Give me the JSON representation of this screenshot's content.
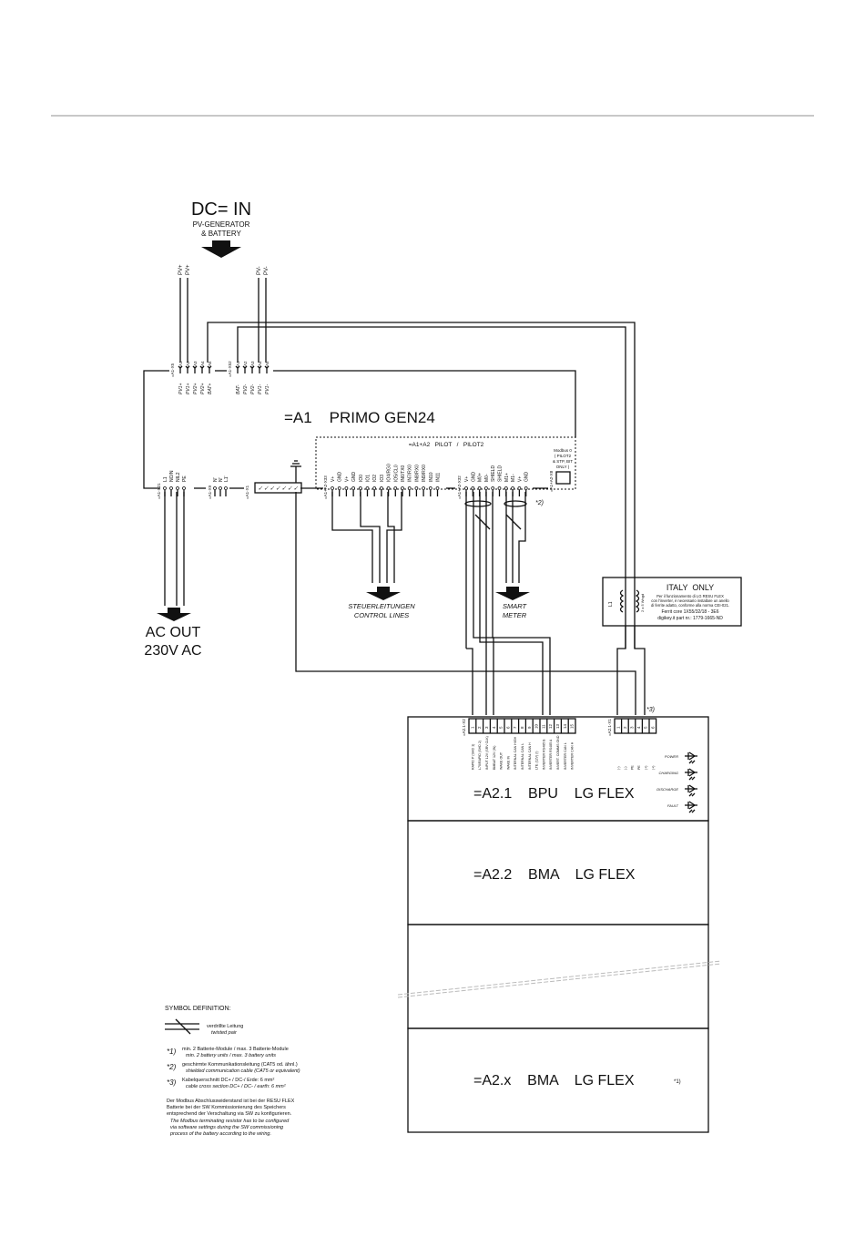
{
  "dc_in": {
    "title": "DC= IN",
    "sub1": "PV-GENERATOR",
    "sub2": "& BATTERY",
    "wires_plus": [
      "PV+",
      "PV+"
    ],
    "wires_minus": [
      "PV-",
      "PV-"
    ]
  },
  "inverter": {
    "label": "=A1    PRIMO GEN24",
    "x5": {
      "tag": "=A1-X5",
      "pins": [
        "A1",
        "A2",
        "A3",
        "A4",
        "A5"
      ],
      "names": [
        "PV1+",
        "PV1+",
        "PV2+",
        "PV2+",
        "BAT+"
      ]
    },
    "x52": {
      "tag": "=A1-X52",
      "pins": [
        "A1",
        "A2",
        "A3",
        "A4",
        "A5"
      ],
      "names": [
        "BAT-",
        "PV2-",
        "PV2-",
        "PV1-",
        "PV1-"
      ]
    },
    "x21": {
      "tag": "=A1-X21",
      "names": [
        "L1",
        "NO/N",
        "NIL2",
        "PE"
      ]
    },
    "x9": {
      "tag": "=A1-X9",
      "names": [
        "N'",
        "N'",
        "L1'"
      ]
    },
    "x1": {
      "tag": "=A1-X1"
    }
  },
  "pilot": {
    "label": "=A1+A2   PILOT   /   PILOT2",
    "x33": {
      "tag": "=A1+A2-X33",
      "names": [
        "V+",
        "GND",
        "V+",
        "GND",
        "IO0",
        "IO1",
        "IO2",
        "IO3",
        "IO4/RG0",
        "IO5/CL0",
        "IN6/TX0",
        "IN7/RX0",
        "IN8/RX0",
        "IN9/RX0",
        "IN10",
        "IN11"
      ]
    },
    "x32": {
      "tag": "=A1+A2-X32",
      "names": [
        "V+",
        "GND",
        "M0+",
        "M0-",
        "SHIELD",
        "SHIELD",
        "M1+",
        "M1-",
        "V+",
        "GND"
      ]
    },
    "x8": {
      "tag": "=A1+A2-X8",
      "note": [
        "Modbus 0",
        "( PILOT2",
        "& STP, BIT",
        "ONLY )"
      ]
    },
    "shield_note": "*2)"
  },
  "outputs": {
    "control": [
      "STEUERLEITUNGEN",
      "CONTROL LINES"
    ],
    "meter": [
      "SMART",
      "METER"
    ],
    "ac_out": [
      "AC OUT",
      "230V AC"
    ]
  },
  "italy": {
    "title": "ITALY  ONLY",
    "lines": [
      "Per il funzionamento di LG RESU FLEX",
      "con l'inverter, è necessario installare un anello",
      "di ferrite adatto, conforme alla norma CEI-021.",
      "Ferrit core 1X55/32/18 - 3E6",
      "digikey.it part nr.: 1779-1665-ND"
    ],
    "coil": "L1",
    "turns": "2 x 5 Wngd"
  },
  "bpu": {
    "label": "=A2.1    BPU    LG FLEX",
    "x2": {
      "tag": "=A2.1-X2",
      "pins": [
        "1",
        "2",
        "3",
        "4",
        "5",
        "6",
        "7",
        "8",
        "9",
        "10",
        "11",
        "12",
        "13",
        "14",
        "15"
      ],
      "names": [
        "RAPID P (SHD 1)",
        "L70/RAPID (SHD 2)",
        "INPUT 12V (SRV CLK)",
        "BMBAT 12V (IN)",
        "WAKE OUT",
        "WAKE IN",
        "INTERNAL CAN HIGH",
        "INTERNAL CAN L",
        "INTERNAL CAN H",
        "LTE (12V) (!)",
        "INVERTER RS485 B",
        "INVERTER RS485 A",
        "INVERT. COMMS GND",
        "INVERTER CAN L",
        "INVERTER CAN H"
      ]
    },
    "x1": {
      "tag": "=A2.1-X1",
      "pins": [
        "1",
        "2",
        "3",
        "4",
        "5",
        "6"
      ],
      "names": [
        "(-)",
        "(-)",
        "PE",
        "PE",
        "(+)",
        "(+)"
      ],
      "note": "*3)"
    },
    "leds": [
      "POWER",
      "CHARGING",
      "DISCHARGE",
      "FAULT"
    ]
  },
  "bma2": {
    "label": "=A2.2    BMA    LG FLEX"
  },
  "bmax": {
    "label": "=A2.x    BMA    LG FLEX",
    "note": "*1)"
  },
  "legend": {
    "title": "SYMBOL DEFINITION:",
    "twisted_de": "verdrillte Leitung",
    "twisted_en": "twisted pair",
    "notes": [
      {
        "mark": "*1)",
        "de": "min. 2 Batterie-Module / max. 3 Batterie-Module",
        "en": "min. 2 battery units / max. 3 battery units"
      },
      {
        "mark": "*2)",
        "de": "geschirmte Kommunikationsleitung (CAT5 od. ähnl.)",
        "en": "shielded communication cable (CAT5 or equivalent)"
      },
      {
        "mark": "*3)",
        "de": "Kabelquerschnitt DC+ / DC-/ Erde: 6 mm²",
        "en": "cable cross section DC+ / DC- / earth: 6 mm²"
      }
    ],
    "modbus_de": [
      "Der Modbus Abschlusswiderstand ist bei der RESU FLEX",
      "Batterie bei der SW Kommissionierung des Speichers",
      "entsprechend der Verschaltung via SW zu konfigurieren."
    ],
    "modbus_en": [
      "The Modbus terminating resistor has to be configured",
      "via software settings during the SW commissioning",
      "process of the battery according to the wiring."
    ]
  }
}
